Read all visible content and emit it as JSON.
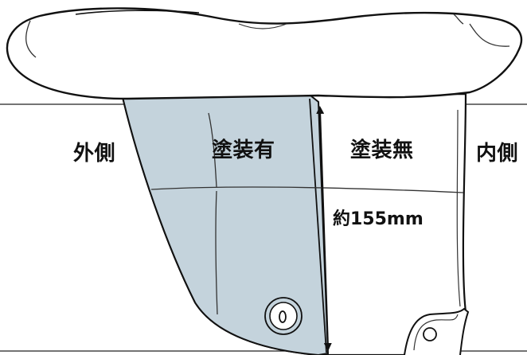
{
  "labels": {
    "outer_side": "外側",
    "inner_side": "内側",
    "painted": "塗装有",
    "unpainted": "塗装無",
    "height_approx": "約155mm"
  },
  "colors": {
    "painted_fill": "#c4d3dc",
    "outline": "#111111",
    "background": "#ffffff"
  }
}
